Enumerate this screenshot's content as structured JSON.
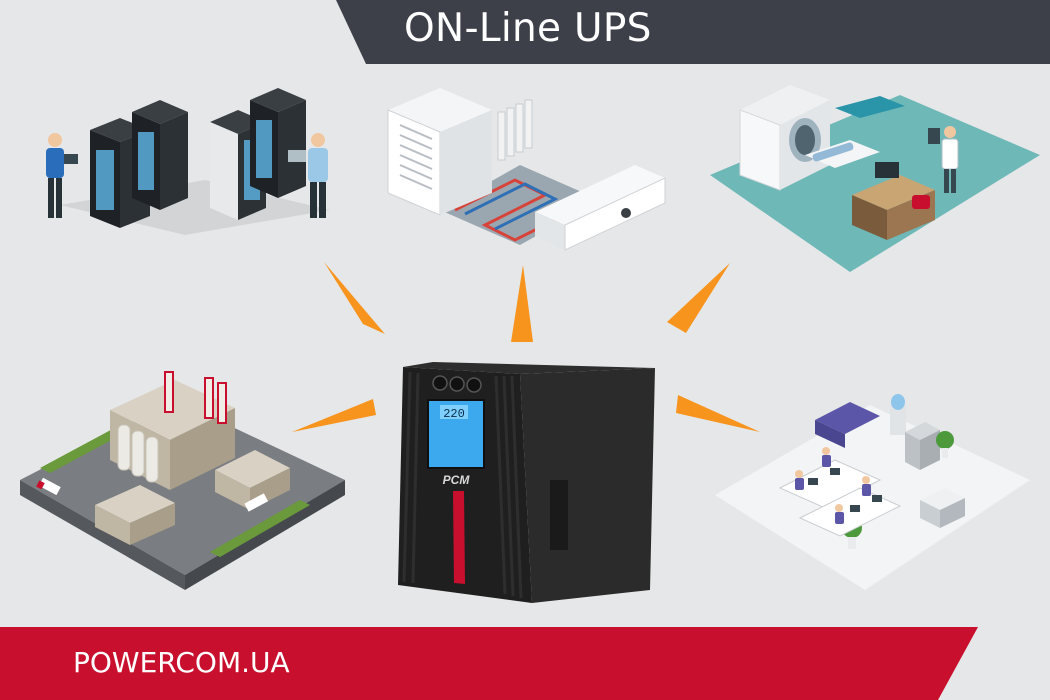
{
  "header": {
    "title": "ON-Line UPS",
    "background_color": "#3d4049"
  },
  "footer": {
    "site_label": "POWERCOM.UA",
    "background_color": "#c8102e"
  },
  "accent_color": "#f7941d",
  "ups": {
    "display_value": "220",
    "logo_text": "PCM",
    "body_color": "#1f1f1f",
    "stripe_color": "#c8102e"
  },
  "illustrations": [
    {
      "icon": "server-room-icon"
    },
    {
      "icon": "hvac-heating-icon"
    },
    {
      "icon": "medical-mri-icon"
    },
    {
      "icon": "factory-icon"
    },
    {
      "icon": "office-icon"
    }
  ]
}
